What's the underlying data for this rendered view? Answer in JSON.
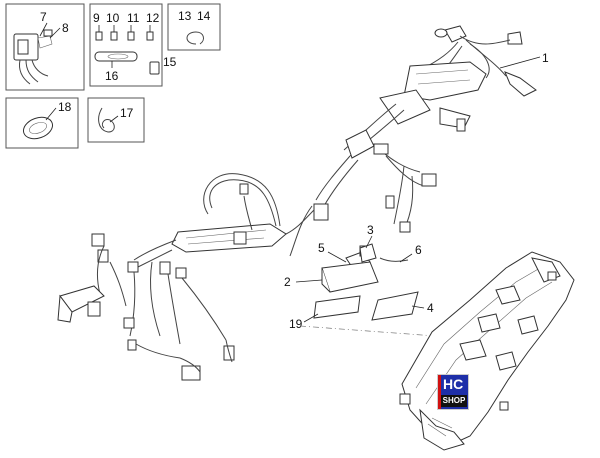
{
  "callouts": {
    "c1": "1",
    "c2": "2",
    "c3": "3",
    "c4": "4",
    "c5": "5",
    "c6": "6",
    "c7": "7",
    "c8": "8",
    "c9": "9",
    "c10": "10",
    "c11": "11",
    "c12": "12",
    "c13": "13",
    "c14": "14",
    "c15": "15",
    "c16": "16",
    "c17": "17",
    "c18": "18",
    "c19": "19"
  },
  "logo": {
    "hc": "HC",
    "shop": "SHOP"
  },
  "colors": {
    "logo_bg": "#1e2fa8",
    "logo_stripe": "#d11111"
  }
}
